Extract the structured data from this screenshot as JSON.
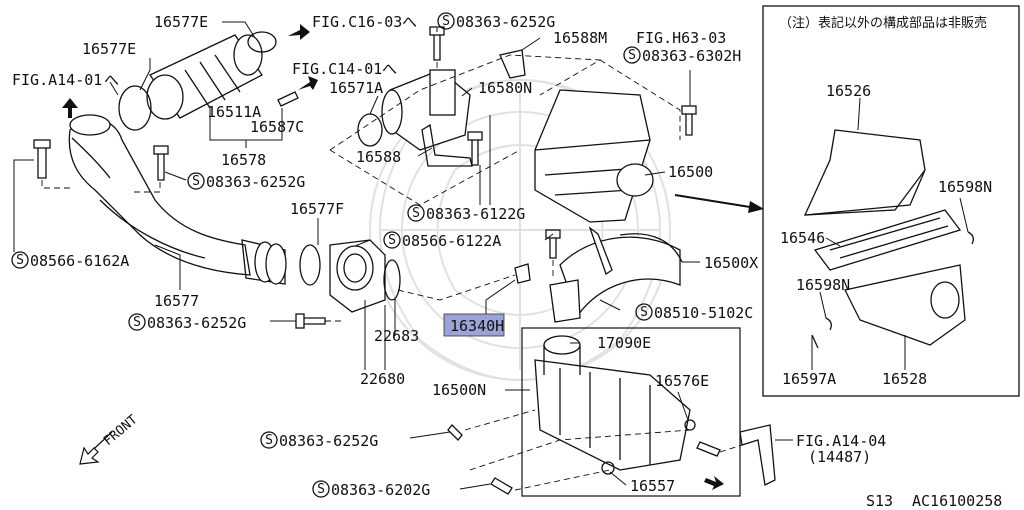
{
  "note": "（注）表記以外の構成部品は非販売",
  "highlighted_part": "16340H",
  "labels": {
    "p16577e_a": "16577E",
    "p16577e_b": "16577E",
    "fig_c1603": "FIG.C16-03",
    "s_6252g_top": "08363-6252G",
    "p16588m": "16588M",
    "fig_h6303": "FIG.H63-03",
    "s_6302h": "08363-6302H",
    "fig_a1401": "FIG.A14-01",
    "fig_c1401": "FIG.C14-01",
    "p16571a": "16571A",
    "p16580n": "16580N",
    "p16511a": "16511A",
    "p16587c": "16587C",
    "p16578": "16578",
    "p16588": "16588",
    "s_6252g_left": "08363-6252G",
    "s_6122g": "08363-6122G",
    "p16526": "16526",
    "p16500": "16500",
    "p16598n_a": "16598N",
    "p16546": "16546",
    "p16577f": "16577F",
    "s_6122a": "08566-6122A",
    "s_6162a": "08566-6162A",
    "p16500x": "16500X",
    "p16598n_b": "16598N",
    "p16577": "16577",
    "s_5102c": "08510-5102C",
    "s_6252g_mid": "08363-6252G",
    "p22683": "22683",
    "p17090e": "17090E",
    "p16500n": "16500N",
    "p16597a": "16597A",
    "p16528": "16528",
    "p22680": "22680",
    "p16576e": "16576E",
    "front": "FRONT",
    "s_6252g_bot": "08363-6252G",
    "fig_a1404": "FIG.A14-04",
    "p14487": "(14487)",
    "s_6202g": "08363-6202G",
    "p16557": "16557",
    "page_code": "S13",
    "diagram_code": "AC16100258"
  },
  "screw_symbol": "S",
  "ref_arrow": "へ",
  "highlight_color": "#9aa4d6"
}
